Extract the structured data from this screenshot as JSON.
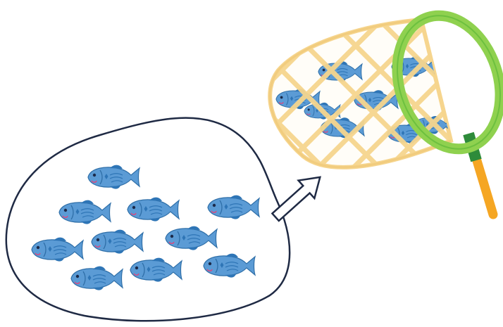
{
  "colors": {
    "background": "#ffffff",
    "pond_outline": "#1f2a44",
    "fish_body": "#5b9bd5",
    "fish_dark": "#2e75b6",
    "fish_outline": "#2f6fa8",
    "fish_eye": "#1b2a4a",
    "fish_mouth": "#e0457b",
    "arrow_outline": "#1f2a44",
    "net_mesh": "#f6d58e",
    "net_rim": "#8fd14f",
    "net_rim_dark": "#4caf2f",
    "net_collar": "#2e8b3a",
    "net_handle": "#f5a623"
  },
  "icons": {
    "pond": "pond-outline",
    "fish": "fish-icon",
    "arrow": "hollow-arrow-icon",
    "net": "fishing-net-icon"
  },
  "pond": {
    "fish_count": 10
  },
  "net": {
    "fish_count": 8
  }
}
